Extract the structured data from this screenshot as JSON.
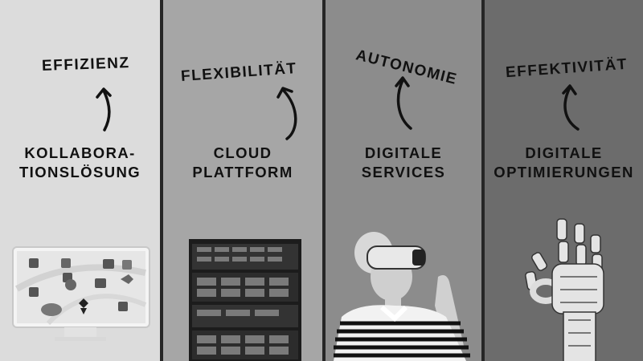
{
  "panels": [
    {
      "keyword": "EFFIZIENZ",
      "title_lines": [
        "KOLLABORA-",
        "TIONSLÖSUNG"
      ],
      "image": "office-apps-monitor"
    },
    {
      "keyword": "FLEXIBILITÄT",
      "title_lines": [
        "CLOUD",
        "PLATTFORM"
      ],
      "image": "server-rack"
    },
    {
      "keyword": "AUTONOMIE",
      "title_lines": [
        "DIGITALE",
        "SERVICES"
      ],
      "image": "woman-vr-headset"
    },
    {
      "keyword": "EFFEKTIVITÄT",
      "title_lines": [
        "DIGITALE",
        "OPTIMIERUNGEN"
      ],
      "image": "robot-hand-ok-gesture"
    }
  ]
}
